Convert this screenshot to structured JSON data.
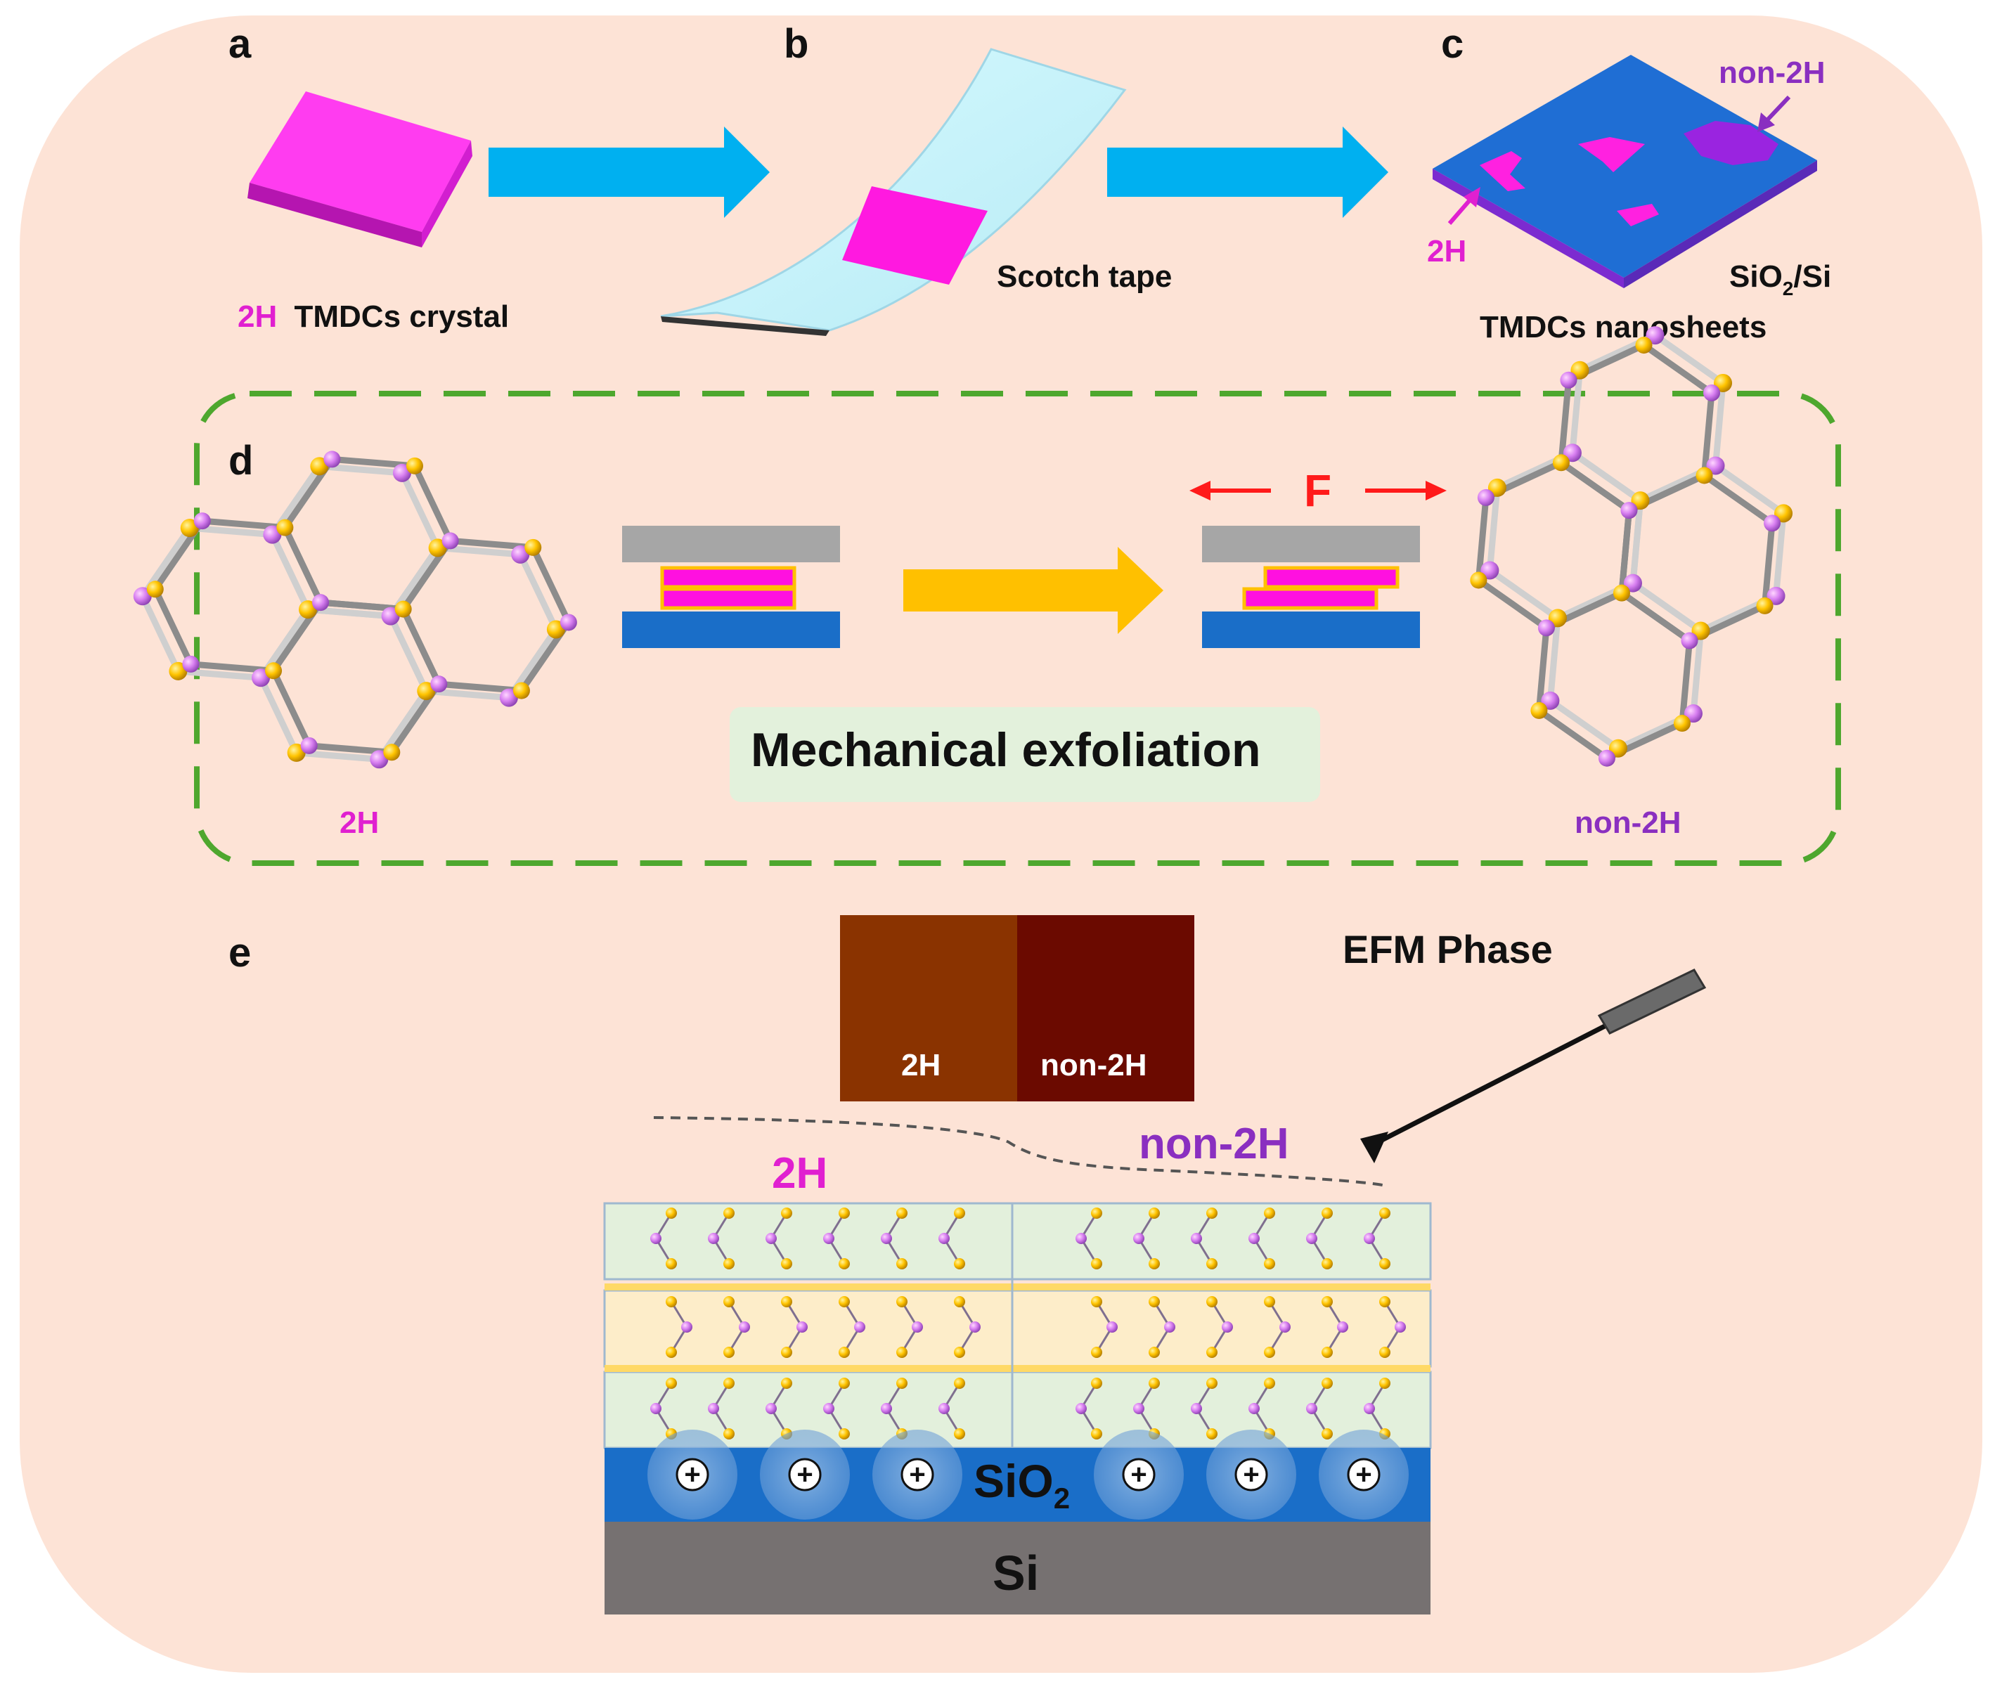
{
  "panels": {
    "a": {
      "letter": "a",
      "phase": "2H",
      "caption": "TMDCs crystal"
    },
    "b": {
      "letter": "b",
      "caption": "Scotch tape"
    },
    "c": {
      "letter": "c",
      "label_non2h": "non-2H",
      "label_2h": "2H",
      "substrate_main": "SiO",
      "substrate_sub": "2",
      "substrate_rest": "/Si",
      "caption": "TMDCs nanosheets"
    },
    "d": {
      "letter": "d",
      "force": "F",
      "process": "Mechanical exfoliation",
      "label_left": "2H",
      "label_right": "non-2H"
    },
    "e": {
      "letter": "e",
      "efm_title": "EFM Phase",
      "phase_left": "2H",
      "phase_right": "non-2H",
      "label_2h": "2H",
      "label_non2h": "non-2H",
      "sio2_main": "SiO",
      "sio2_sub": "2",
      "si": "Si",
      "charge_symbol": "+"
    }
  },
  "colors": {
    "background": "#fde3d6",
    "magenta": "#e020d0",
    "purple": "#8a2fc0",
    "arrow_blue": "#00b0f0",
    "arrow_gold": "#ffc000",
    "sio2_blue": "#1a6ec8",
    "si_gray": "#767171",
    "efm_2h": "#8a3300",
    "efm_non2h": "#6b0a00",
    "dashed_green": "#4ea72e"
  }
}
